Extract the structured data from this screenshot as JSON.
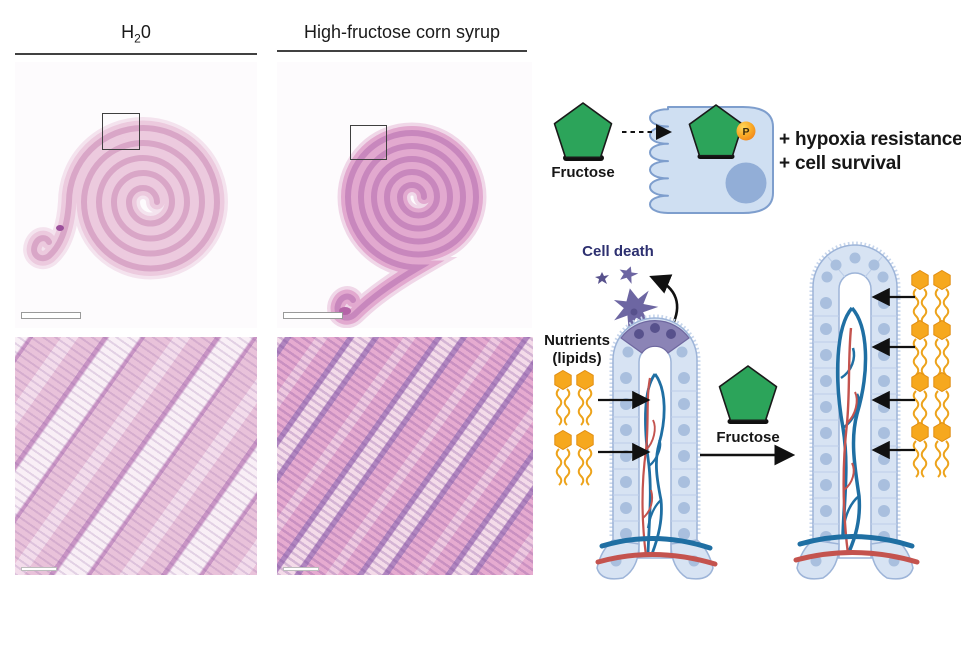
{
  "header": {
    "columns": [
      {
        "label": "H₂0",
        "label_main": "H",
        "label_subscript": "2",
        "label_tail": "0"
      },
      {
        "label": "High-fructose corn syrup"
      }
    ]
  },
  "cell_diagram": {
    "fructose_label": "Fructose",
    "phosphate_label": "P",
    "outcome_1": "+ hypoxia resistance",
    "outcome_2": "+ cell survival"
  },
  "villus_diagram": {
    "cell_death_label": "Cell death",
    "nutrients_label": "Nutrients",
    "nutrients_sublabel": "(lipids)",
    "fructose_label": "Fructose"
  },
  "colors": {
    "fructose_green": "#2ca45a",
    "phosphate_orange": "#f29021",
    "enterocyte_fill": "#cfdff2",
    "enterocyte_border": "#7e9ecd",
    "nucleus_blue": "#92aed7",
    "villus_cell_fill": "#d7e3f3",
    "villus_cell_border": "#9db4d8",
    "villus_nucleus": "#a9bfde",
    "dying_cell_purple": "#8b84b6",
    "cell_death_text": "#2d3070",
    "vessel_blue": "#1f6fa3",
    "vessel_red": "#c4534e",
    "lipid_orange": "#f6a81e",
    "hne_stain_pink": "#e8b3d3",
    "hne_stain_purple": "#b186c0"
  }
}
